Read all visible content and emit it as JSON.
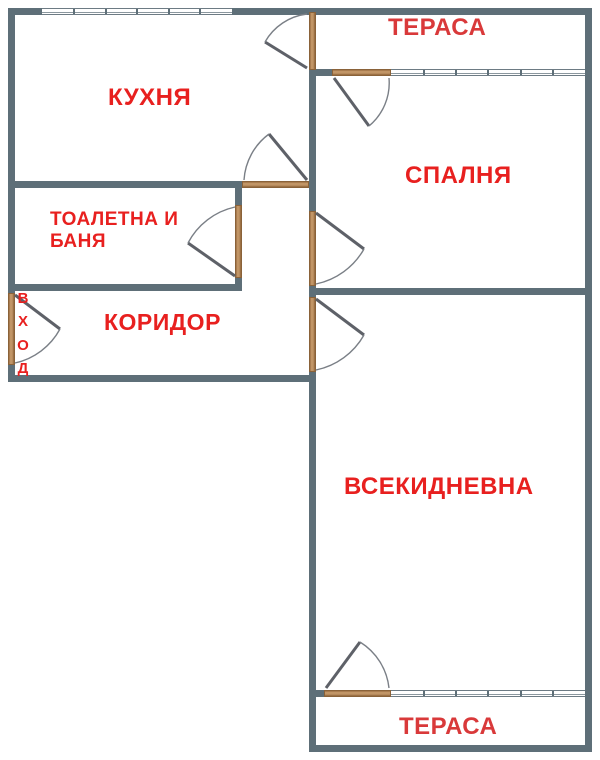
{
  "plan": {
    "title": "Apartment floor plan",
    "wall_color": "#5e6f78",
    "label_color": "#e8201f",
    "terrace_label_color": "#d9393a",
    "door_color": "#b5895c",
    "background": "#ffffff"
  },
  "rooms": [
    {
      "id": "kitchen",
      "label": "КУХНЯ",
      "font_size": 24
    },
    {
      "id": "terrace_top",
      "label": "ТЕРАСА",
      "font_size": 24
    },
    {
      "id": "bedroom",
      "label": "СПАЛНЯ",
      "font_size": 24
    },
    {
      "id": "bathroom",
      "label": "ТОАЛЕТНА И БАНЯ",
      "font_size": 19
    },
    {
      "id": "corridor",
      "label": "КОРИДОР",
      "font_size": 23
    },
    {
      "id": "living",
      "label": "ВСЕКИДНЕВНА",
      "font_size": 24
    },
    {
      "id": "terrace_bottom",
      "label": "ТЕРАСА",
      "font_size": 24
    }
  ],
  "entrance": {
    "label": "ВХОД",
    "letters": [
      "В",
      "Х",
      "О",
      "Д"
    ]
  },
  "doors": [
    {
      "id": "entrance-door",
      "orientation": "vertical"
    },
    {
      "id": "bathroom-door",
      "orientation": "vertical"
    },
    {
      "id": "kitchen-corridor-door",
      "orientation": "horizontal"
    },
    {
      "id": "kitchen-terrace-door",
      "orientation": "vertical"
    },
    {
      "id": "terrace-bedroom-door",
      "orientation": "horizontal"
    },
    {
      "id": "corridor-bedroom-door",
      "orientation": "vertical"
    },
    {
      "id": "corridor-living-door",
      "orientation": "vertical"
    },
    {
      "id": "living-terrace-door",
      "orientation": "horizontal"
    }
  ],
  "windows": [
    {
      "id": "kitchen-window",
      "panes": 6,
      "orientation": "horizontal"
    },
    {
      "id": "bedroom-window",
      "panes": 6,
      "orientation": "horizontal"
    },
    {
      "id": "terrace-bottom-window",
      "panes": 6,
      "orientation": "horizontal"
    }
  ]
}
